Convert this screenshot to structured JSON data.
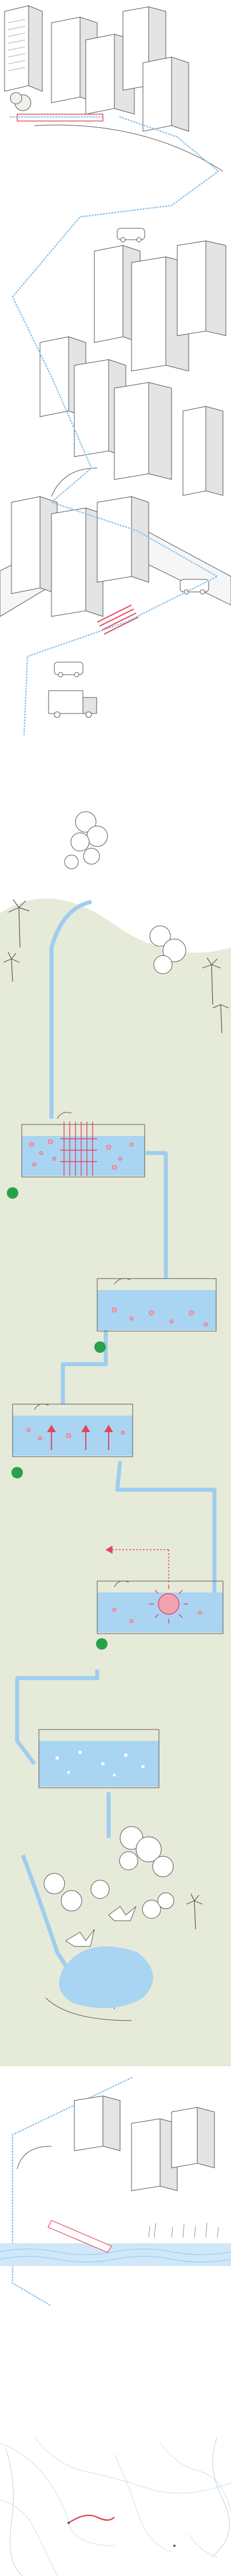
{
  "colors": {
    "background": "#ffffff",
    "land": "#e6ead8",
    "water": "#a9d4f2",
    "water_light": "#cfe7f8",
    "pipe": "#9fcdf0",
    "dots": "#8ec6ee",
    "red": "#e3455f",
    "red_light": "#f2a3b0",
    "green": "#27a14a",
    "line": "#555555",
    "building_front": "#ffffff",
    "building_side": "#e4e4e4",
    "building_shadow": "#d7d7d7"
  },
  "scene": {
    "sections": [
      "city-top",
      "city-middle",
      "road-city",
      "highway-trucks",
      "green-land",
      "treatment-tank-1",
      "treatment-tank-2",
      "treatment-tank-3",
      "treatment-tank-4",
      "treatment-tank-5",
      "pond-birds",
      "river-city",
      "map"
    ],
    "treatment_steps": 5,
    "indicators": [
      "green-dot",
      "green-dot",
      "green-dot",
      "green-dot"
    ]
  }
}
